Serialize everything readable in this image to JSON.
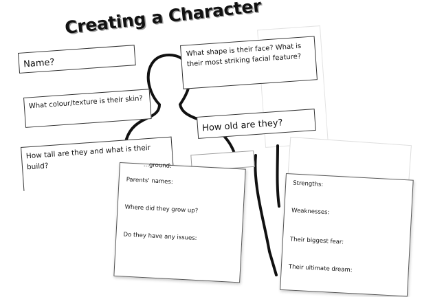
{
  "worksheet": {
    "title": "Creating a Character",
    "prompts": {
      "name": "Name?",
      "skin": "What colour/texture is their skin?",
      "face": "What shape is their face? What is their most striking facial feature?",
      "age": "How old are they?",
      "height": "How tall are they and what is their build?"
    }
  },
  "background_card": {
    "cut_heading": "...ground:",
    "items": [
      "Parents' names:",
      "Where did they grow up?",
      "Do they have any issues:"
    ]
  },
  "traits_card": {
    "items": [
      "Strengths:",
      "Weaknesses:",
      "Their biggest fear:",
      "Their ultimate dream:"
    ]
  }
}
